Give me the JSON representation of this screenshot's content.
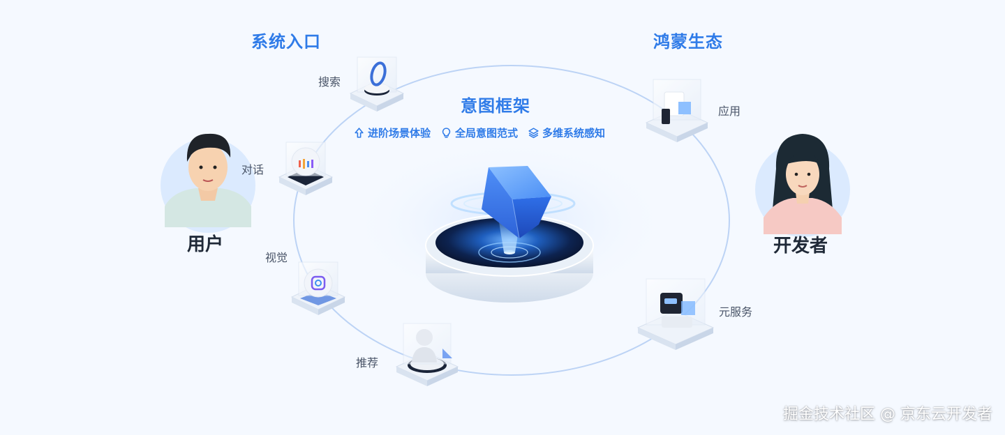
{
  "sections": {
    "left_title": "系统入口",
    "right_title": "鸿蒙生态"
  },
  "center": {
    "title": "意图框架",
    "features": [
      {
        "icon": "arrow-up-icon",
        "label": "进阶场景体验"
      },
      {
        "icon": "lightbulb-icon",
        "label": "全局意图范式"
      },
      {
        "icon": "layers-icon",
        "label": "多维系统感知"
      }
    ]
  },
  "nodes": {
    "search": "搜索",
    "dialog": "对话",
    "vision": "视觉",
    "recommend": "推荐",
    "app": "应用",
    "meta_service": "元服务"
  },
  "people": {
    "user": "用户",
    "developer": "开发者"
  },
  "watermark": "掘金技术社区 @ 京东云开发者",
  "colors": {
    "accent": "#2f7be8",
    "ring": "#b9d2f7",
    "cube": "#3d7ef0"
  }
}
